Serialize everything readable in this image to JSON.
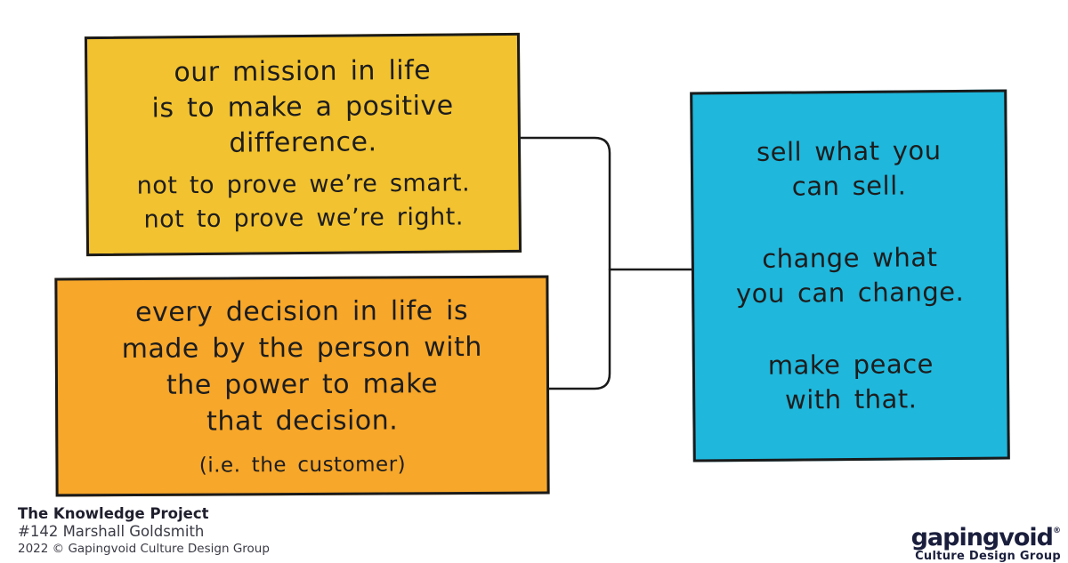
{
  "page": {
    "background": "#FFFFFF",
    "ink": "#1A1A1A"
  },
  "boxes": {
    "mission": {
      "color": "#F2C230",
      "lines": [
        "our mission in life",
        "is to make a positive",
        "difference.",
        "not to prove we’re smart.",
        "not to prove we’re right."
      ]
    },
    "decision": {
      "color": "#F7A72A",
      "lines": [
        "every decision in life is",
        "made by the person with",
        "the power to make",
        "that decision."
      ],
      "note": "(i.e. the customer)"
    },
    "sell": {
      "color": "#1FB7DC",
      "stanzas": [
        [
          "sell what you",
          "can sell."
        ],
        [
          "change what",
          "you can change."
        ],
        [
          "make peace",
          "with that."
        ]
      ]
    }
  },
  "footer": {
    "title": "The Knowledge Project",
    "episode": "#142 Marshall Goldsmith",
    "copyright": "2022 © Gapingvoid Culture Design Group"
  },
  "logo": {
    "name": "gapingvoid",
    "mark": "®",
    "tagline": "Culture Design Group",
    "color": "#1A1E3C"
  }
}
